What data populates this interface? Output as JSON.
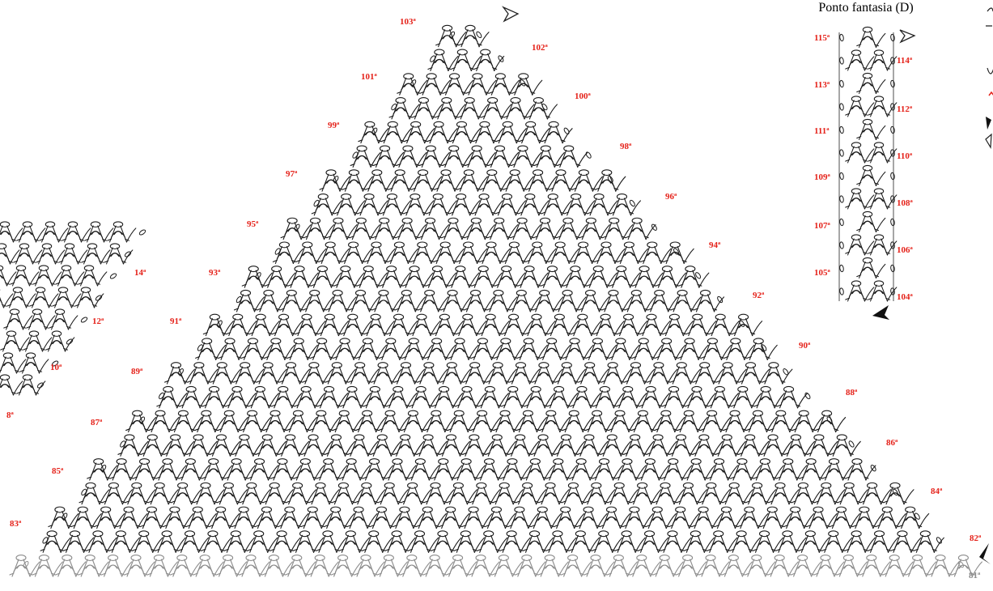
{
  "colors": {
    "stitch": "#1a1a1a",
    "base_row": "#8c8c8c",
    "row_label": "#e5231b",
    "base_label": "#8c8c8c",
    "background": "#ffffff"
  },
  "panel_d": {
    "title": "Ponto fantasia (D)"
  },
  "triangle": {
    "base_row_label": "81ª",
    "left_labels": [
      "83ª",
      "85ª",
      "87ª",
      "89ª",
      "91ª",
      "93ª",
      "95ª",
      "97ª",
      "99ª",
      "101ª",
      "103ª"
    ],
    "right_labels": [
      "82ª",
      "84ª",
      "86ª",
      "88ª",
      "90ª",
      "92ª",
      "94ª",
      "96ª",
      "98ª",
      "100ª",
      "102ª"
    ]
  },
  "panel_d_labels": {
    "left": [
      "105ª",
      "107ª",
      "109ª",
      "111ª",
      "113ª",
      "115ª"
    ],
    "right": [
      "104ª",
      "106ª",
      "108ª",
      "110ª",
      "112ª",
      "114ª"
    ]
  },
  "partial_chart": {
    "labels": [
      "8ª",
      "10ª",
      "12ª",
      "14ª"
    ]
  },
  "icons": [
    "start-arrow-icon",
    "direction-arrow-icon"
  ]
}
